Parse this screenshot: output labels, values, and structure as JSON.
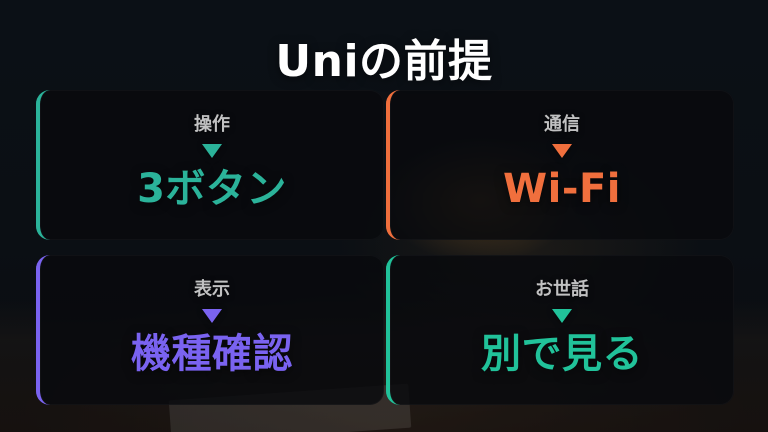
{
  "title": "Uniの前提",
  "cards": [
    {
      "label": "操作",
      "value": "3ボタン",
      "accent": "#2bb39a"
    },
    {
      "label": "通信",
      "value": "Wi-Fi",
      "accent": "#f06f3d"
    },
    {
      "label": "表示",
      "value": "機種確認",
      "accent": "#7a63f0"
    },
    {
      "label": "お世話",
      "value": "別で見る",
      "accent": "#21c29a"
    }
  ],
  "icons": {
    "arrow": "down-triangle-icon"
  }
}
